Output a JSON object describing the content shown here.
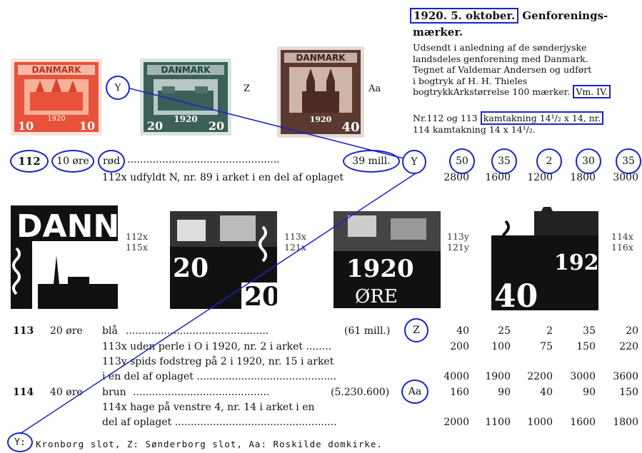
{
  "header": {
    "date": "1920. 5. oktober.",
    "title_rest": " Genforenings-",
    "title_line2": "mærker.",
    "body": [
      "Udsendt i anledning af de sønderjyske",
      "landsdeles genforening med Danmark.",
      "Tegnet af Valdemar Andersen og udført",
      "i bogtryk af H. H. Thieles",
      "bogtrykkArkstørrelse 100 mærker."
    ],
    "watermark": "Vm. IV.",
    "perf_line1_pre": "Nr.112 og 113",
    "perf_line1_box": "kamtakning 14¹/₂ x 14, nr.",
    "perf_line2": "114 kamtakning 14  x 14¹/₂."
  },
  "stamps": [
    {
      "country": "DANMARK",
      "year": "1920",
      "value": "10",
      "label": "Y",
      "color": "#e8523a"
    },
    {
      "country": "DANMARK",
      "year": "1920",
      "value": "20",
      "label": "Z",
      "color": "#3c5f5a"
    },
    {
      "country": "DANMARK",
      "year": "1920",
      "value": "40",
      "label": "Aa",
      "color": "#5a3a30"
    }
  ],
  "row112": {
    "nr": "112",
    "value": "10 øre",
    "color": "rød",
    "dots": "................................................",
    "qty": "39 mill.",
    "motif": "Y",
    "prices": [
      "50",
      "35",
      "2",
      "30",
      "35"
    ]
  },
  "row112x": {
    "text": "112x udfyldt N, nr. 89 i arket i en del af oplaget",
    "prices": [
      "2800",
      "1600",
      "1200",
      "1800",
      "3000"
    ]
  },
  "details": [
    {
      "labels": [
        "112x",
        "115x"
      ],
      "text": "DANN",
      "year": ""
    },
    {
      "labels": [
        "113x",
        "121x"
      ],
      "text": "20",
      "year": "20"
    },
    {
      "labels": [
        "113y",
        "121y"
      ],
      "text": "1920",
      "year": "ØRE"
    },
    {
      "labels": [
        "114x",
        "116x"
      ],
      "text": "192",
      "year": "40"
    }
  ],
  "row113": {
    "nr": "113",
    "value": "20 øre",
    "color": "blå",
    "dots": ".............................................",
    "qty": "(61 mill.)",
    "motif": "Z",
    "prices": [
      "40",
      "25",
      "2",
      "35",
      "20"
    ]
  },
  "row113x": {
    "text": "113x uden perle i O i 1920, nr. 2 i arket ........",
    "prices": [
      "200",
      "100",
      "75",
      "150",
      "220"
    ]
  },
  "row113y": {
    "text": "113y spids fodstreg på 2 i 1920, nr. 15 i arket"
  },
  "row113y2": {
    "text": "i en del af oplaget ............................................",
    "prices": [
      "4000",
      "1900",
      "2200",
      "3000",
      "3600"
    ]
  },
  "row114": {
    "nr": "114",
    "value": "40 øre",
    "color": "brun",
    "dots": "...........................................",
    "qty": "(5.230.600)",
    "motif": "Aa",
    "prices": [
      "160",
      "90",
      "40",
      "90",
      "150"
    ]
  },
  "row114x": {
    "text": "114x hage på venstre 4, nr. 14 i arket i en"
  },
  "row114x2": {
    "text": "del af oplaget ...................................................",
    "prices": [
      "2000",
      "1100",
      "1000",
      "1600",
      "1800"
    ]
  },
  "legend": {
    "y": "Y:",
    "text": " Kronborg slot, Z: Sønderborg slot, Aa: Roskilde domkirke."
  },
  "colors": {
    "annotation": "#1a23c8"
  }
}
